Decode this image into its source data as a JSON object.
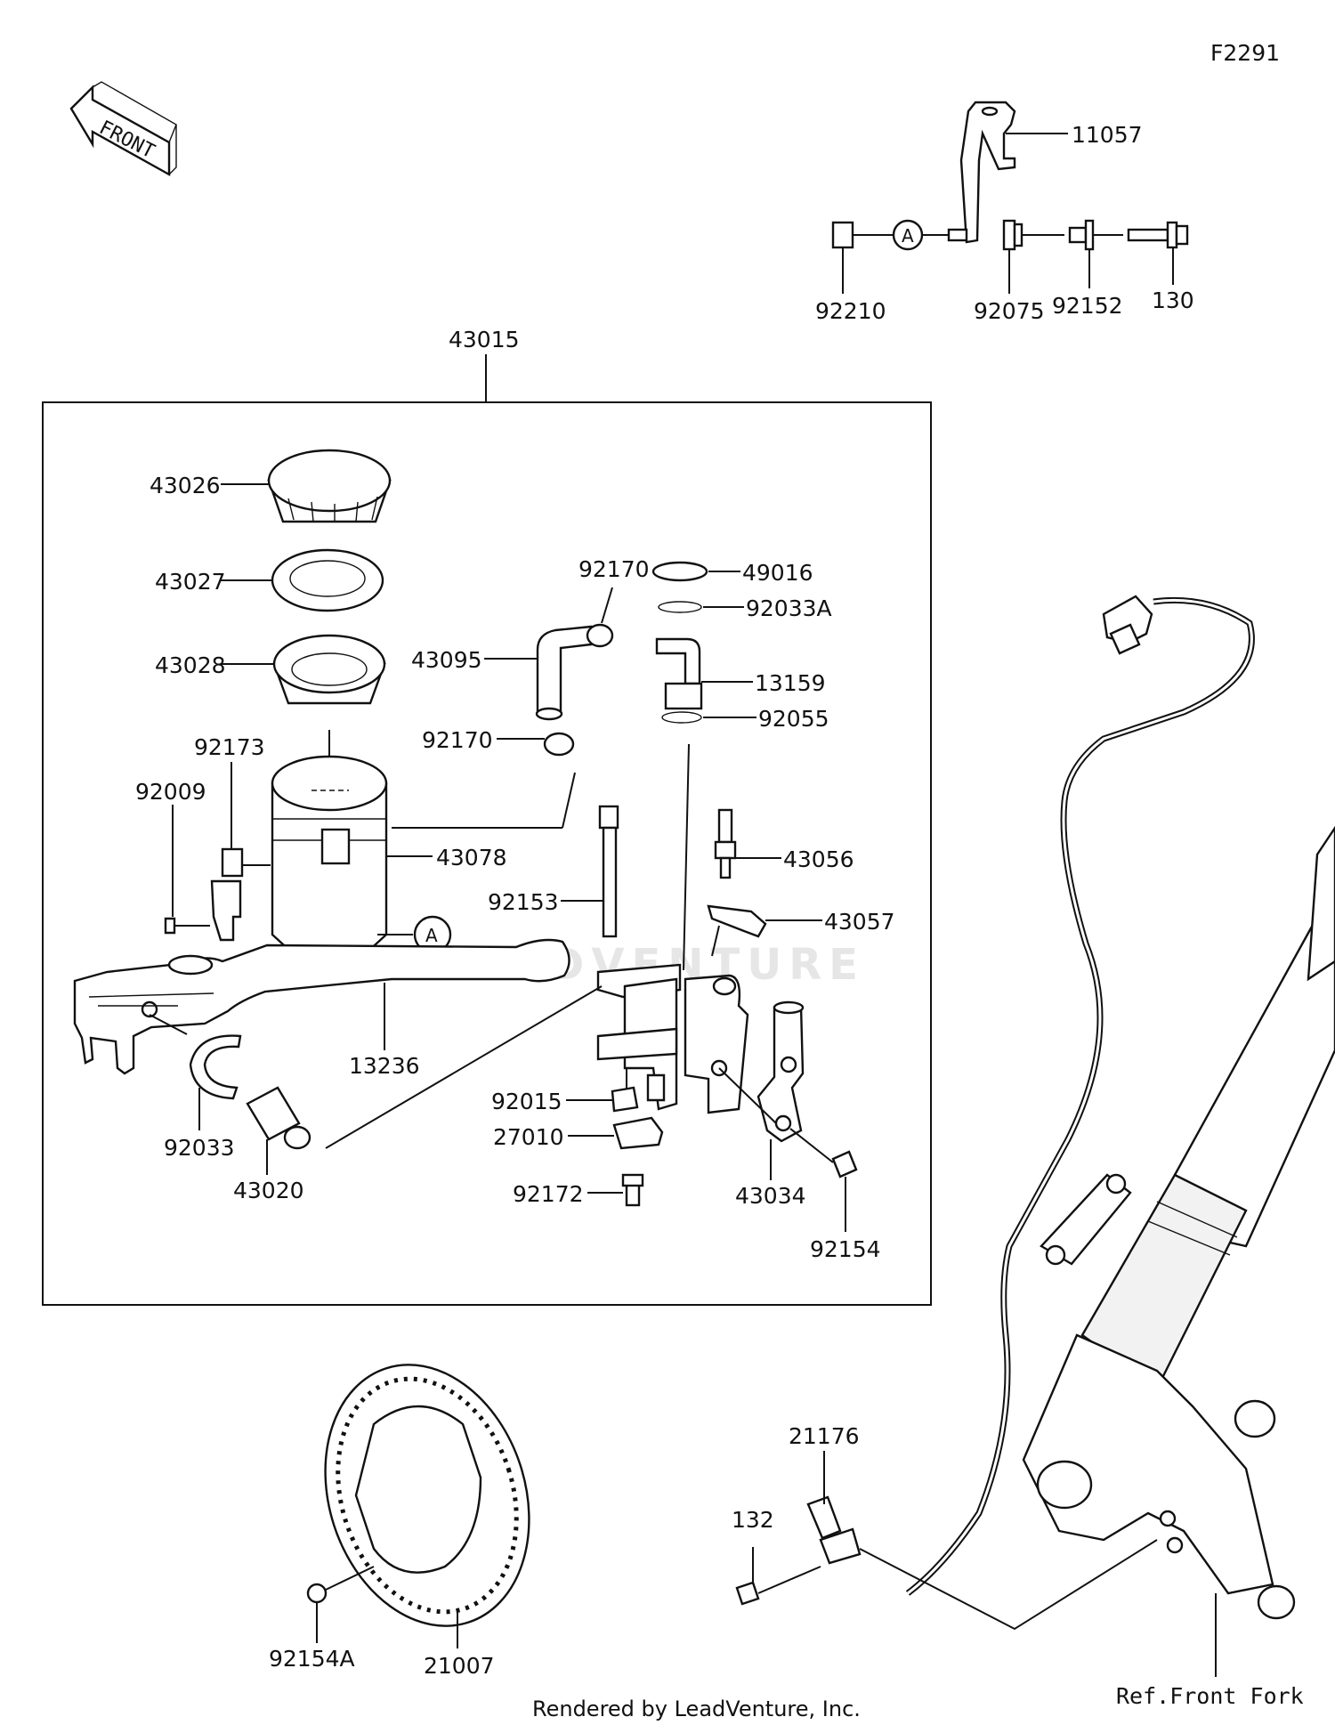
{
  "diagram_code": "F2291",
  "front_arrow_text": "FRONT",
  "watermark": "LEADVENTURE",
  "footer": "Rendered by LeadVenture, Inc.",
  "ref_label": "Ref.Front Fork",
  "ref_marker": "A",
  "parts": {
    "p11057": "11057",
    "p92210": "92210",
    "p92075": "92075",
    "p92152": "92152",
    "p130": "130",
    "p43015": "43015",
    "p43026": "43026",
    "p43027": "43027",
    "p43028": "43028",
    "p92173": "92173",
    "p92009": "92009",
    "p43078": "43078",
    "p92170a": "92170",
    "p49016": "49016",
    "p92033A": "92033A",
    "p43095": "43095",
    "p13159": "13159",
    "p92170b": "92170",
    "p92055": "92055",
    "p43056": "43056",
    "p92153": "92153",
    "p43057": "43057",
    "p13236": "13236",
    "p92033": "92033",
    "p43020": "43020",
    "p92015": "92015",
    "p27010": "27010",
    "p92172": "92172",
    "p43034": "43034",
    "p92154": "92154",
    "p21176": "21176",
    "p132": "132",
    "p92154A": "92154A",
    "p21007": "21007"
  }
}
